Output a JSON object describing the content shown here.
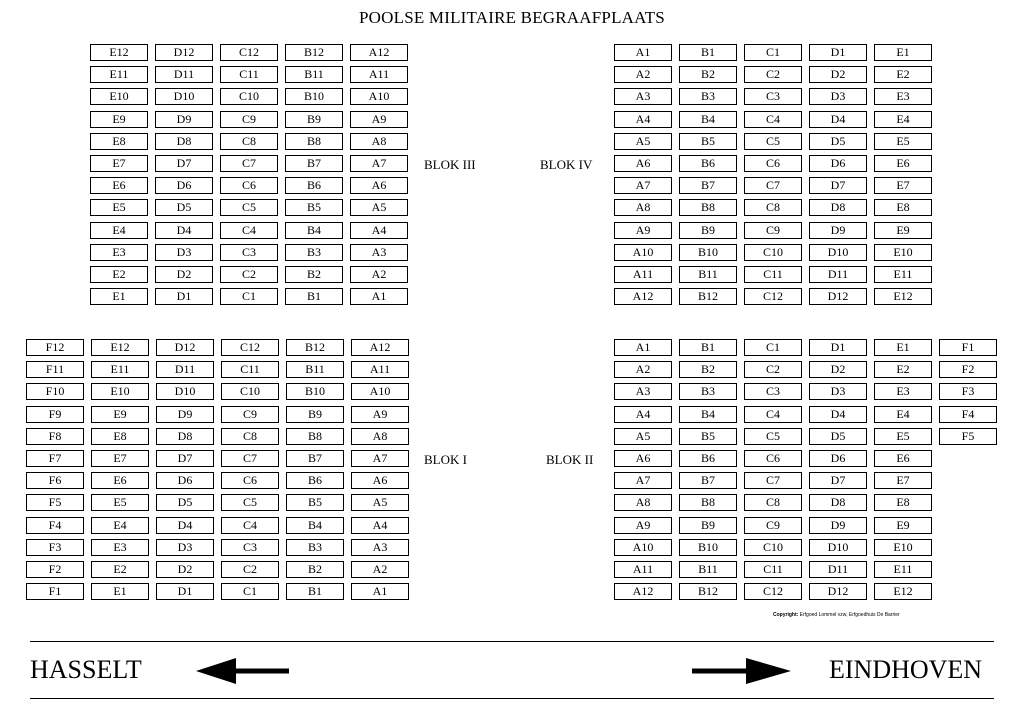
{
  "title": "POOLSE MILITAIRE BEGRAAFPLAATS",
  "blocks": [
    {
      "id": "blok-iii",
      "label": "BLOK III",
      "columns": [
        {
          "letter": "E",
          "rows": [
            "E12",
            "E11",
            "E10",
            "E9",
            "E8",
            "E7",
            "E6",
            "E5",
            "E4",
            "E3",
            "E2",
            "E1"
          ]
        },
        {
          "letter": "D",
          "rows": [
            "D12",
            "D11",
            "D10",
            "D9",
            "D8",
            "D7",
            "D6",
            "D5",
            "D4",
            "D3",
            "D2",
            "D1"
          ]
        },
        {
          "letter": "C",
          "rows": [
            "C12",
            "C11",
            "C10",
            "C9",
            "C8",
            "C7",
            "C6",
            "C5",
            "C4",
            "C3",
            "C2",
            "C1"
          ]
        },
        {
          "letter": "B",
          "rows": [
            "B12",
            "B11",
            "B10",
            "B9",
            "B8",
            "B7",
            "B6",
            "B5",
            "B4",
            "B3",
            "B2",
            "B1"
          ]
        },
        {
          "letter": "A",
          "rows": [
            "A12",
            "A11",
            "A10",
            "A9",
            "A8",
            "A7",
            "A6",
            "A5",
            "A4",
            "A3",
            "A2",
            "A1"
          ]
        }
      ]
    },
    {
      "id": "blok-iv",
      "label": "BLOK IV",
      "columns": [
        {
          "letter": "A",
          "rows": [
            "A1",
            "A2",
            "A3",
            "A4",
            "A5",
            "A6",
            "A7",
            "A8",
            "A9",
            "A10",
            "A11",
            "A12"
          ]
        },
        {
          "letter": "B",
          "rows": [
            "B1",
            "B2",
            "B3",
            "B4",
            "B5",
            "B6",
            "B7",
            "B8",
            "B9",
            "B10",
            "B11",
            "B12"
          ]
        },
        {
          "letter": "C",
          "rows": [
            "C1",
            "C2",
            "C3",
            "C4",
            "C5",
            "C6",
            "C7",
            "C8",
            "C9",
            "C10",
            "C11",
            "C12"
          ]
        },
        {
          "letter": "D",
          "rows": [
            "D1",
            "D2",
            "D3",
            "D4",
            "D5",
            "D6",
            "D7",
            "D8",
            "D9",
            "D10",
            "D11",
            "D12"
          ]
        },
        {
          "letter": "E",
          "rows": [
            "E1",
            "E2",
            "E3",
            "E4",
            "E5",
            "E6",
            "E7",
            "E8",
            "E9",
            "E10",
            "E11",
            "E12"
          ]
        }
      ]
    },
    {
      "id": "blok-i",
      "label": "BLOK I",
      "columns": [
        {
          "letter": "F",
          "rows": [
            "F12",
            "F11",
            "F10",
            "F9",
            "F8",
            "F7",
            "F6",
            "F5",
            "F4",
            "F3",
            "F2",
            "F1"
          ]
        },
        {
          "letter": "E",
          "rows": [
            "E12",
            "E11",
            "E10",
            "E9",
            "E8",
            "E7",
            "E6",
            "E5",
            "E4",
            "E3",
            "E2",
            "E1"
          ]
        },
        {
          "letter": "D",
          "rows": [
            "D12",
            "D11",
            "D10",
            "D9",
            "D8",
            "D7",
            "D6",
            "D5",
            "D4",
            "D3",
            "D2",
            "D1"
          ]
        },
        {
          "letter": "C",
          "rows": [
            "C12",
            "C11",
            "C10",
            "C9",
            "C8",
            "C7",
            "C6",
            "C5",
            "C4",
            "C3",
            "C2",
            "C1"
          ]
        },
        {
          "letter": "B",
          "rows": [
            "B12",
            "B11",
            "B10",
            "B9",
            "B8",
            "B7",
            "B6",
            "B5",
            "B4",
            "B3",
            "B2",
            "B1"
          ]
        },
        {
          "letter": "A",
          "rows": [
            "A12",
            "A11",
            "A10",
            "A9",
            "A8",
            "A7",
            "A6",
            "A5",
            "A4",
            "A3",
            "A2",
            "A1"
          ]
        }
      ]
    },
    {
      "id": "blok-ii",
      "label": "BLOK II",
      "columns": [
        {
          "letter": "A",
          "rows": [
            "A1",
            "A2",
            "A3",
            "A4",
            "A5",
            "A6",
            "A7",
            "A8",
            "A9",
            "A10",
            "A11",
            "A12"
          ]
        },
        {
          "letter": "B",
          "rows": [
            "B1",
            "B2",
            "B3",
            "B4",
            "B5",
            "B6",
            "B7",
            "B8",
            "B9",
            "B10",
            "B11",
            "B12"
          ]
        },
        {
          "letter": "C",
          "rows": [
            "C1",
            "C2",
            "C3",
            "C4",
            "C5",
            "C6",
            "C7",
            "C8",
            "C9",
            "C10",
            "C11",
            "C12"
          ]
        },
        {
          "letter": "D",
          "rows": [
            "D1",
            "D2",
            "D3",
            "D4",
            "D5",
            "D6",
            "D7",
            "D8",
            "D9",
            "D10",
            "D11",
            "D12"
          ]
        },
        {
          "letter": "E",
          "rows": [
            "E1",
            "E2",
            "E3",
            "E4",
            "E5",
            "E6",
            "E7",
            "E8",
            "E9",
            "E10",
            "E11",
            "E12"
          ]
        },
        {
          "letter": "F",
          "rows": [
            "F1",
            "F2",
            "F3",
            "F4",
            "F5"
          ]
        }
      ]
    }
  ],
  "copyright": {
    "label": "Copyright:",
    "text": "Erfgoed Lommel vzw, Erfgoedhuis De Barrier"
  },
  "directions": {
    "left": "HASSELT",
    "right": "EINDHOVEN"
  }
}
